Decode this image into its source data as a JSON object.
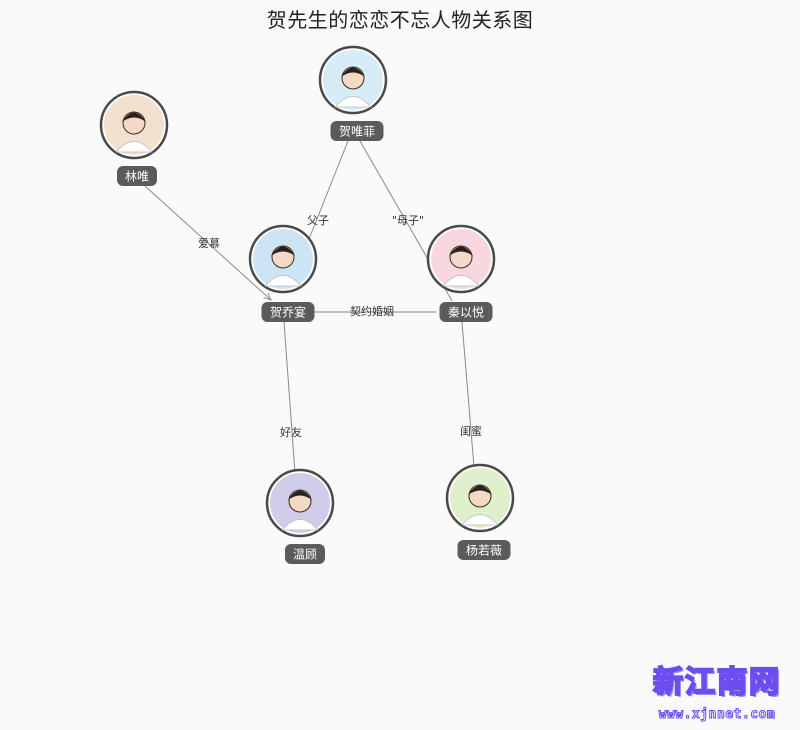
{
  "title": "贺先生的恋恋不忘人物关系图",
  "nodes": [
    {
      "id": "hwf",
      "name": "贺唯菲",
      "tint": "#d6ecf7"
    },
    {
      "id": "lw",
      "name": "林唯",
      "tint": "#f4e0cf"
    },
    {
      "id": "hqy",
      "name": "贺乔宴",
      "tint": "#cde4f4"
    },
    {
      "id": "qyy",
      "name": "秦以悦",
      "tint": "#f8d8de"
    },
    {
      "id": "wg",
      "name": "温顾",
      "tint": "#cfcdea"
    },
    {
      "id": "yrw",
      "name": "杨若薇",
      "tint": "#e0f0cc"
    }
  ],
  "edges": [
    {
      "from": "hwf",
      "to": "hqy",
      "label": "父子"
    },
    {
      "from": "hwf",
      "to": "qyy",
      "label": "\"母子\""
    },
    {
      "from": "lw",
      "to": "hqy",
      "label": "爱慕"
    },
    {
      "from": "hqy",
      "to": "qyy",
      "label": "契约婚姻"
    },
    {
      "from": "hqy",
      "to": "wg",
      "label": "好友"
    },
    {
      "from": "qyy",
      "to": "yrw",
      "label": "闺蜜"
    }
  ],
  "watermark": {
    "logo": "新江南网",
    "url": "www.xjnnet.com"
  }
}
